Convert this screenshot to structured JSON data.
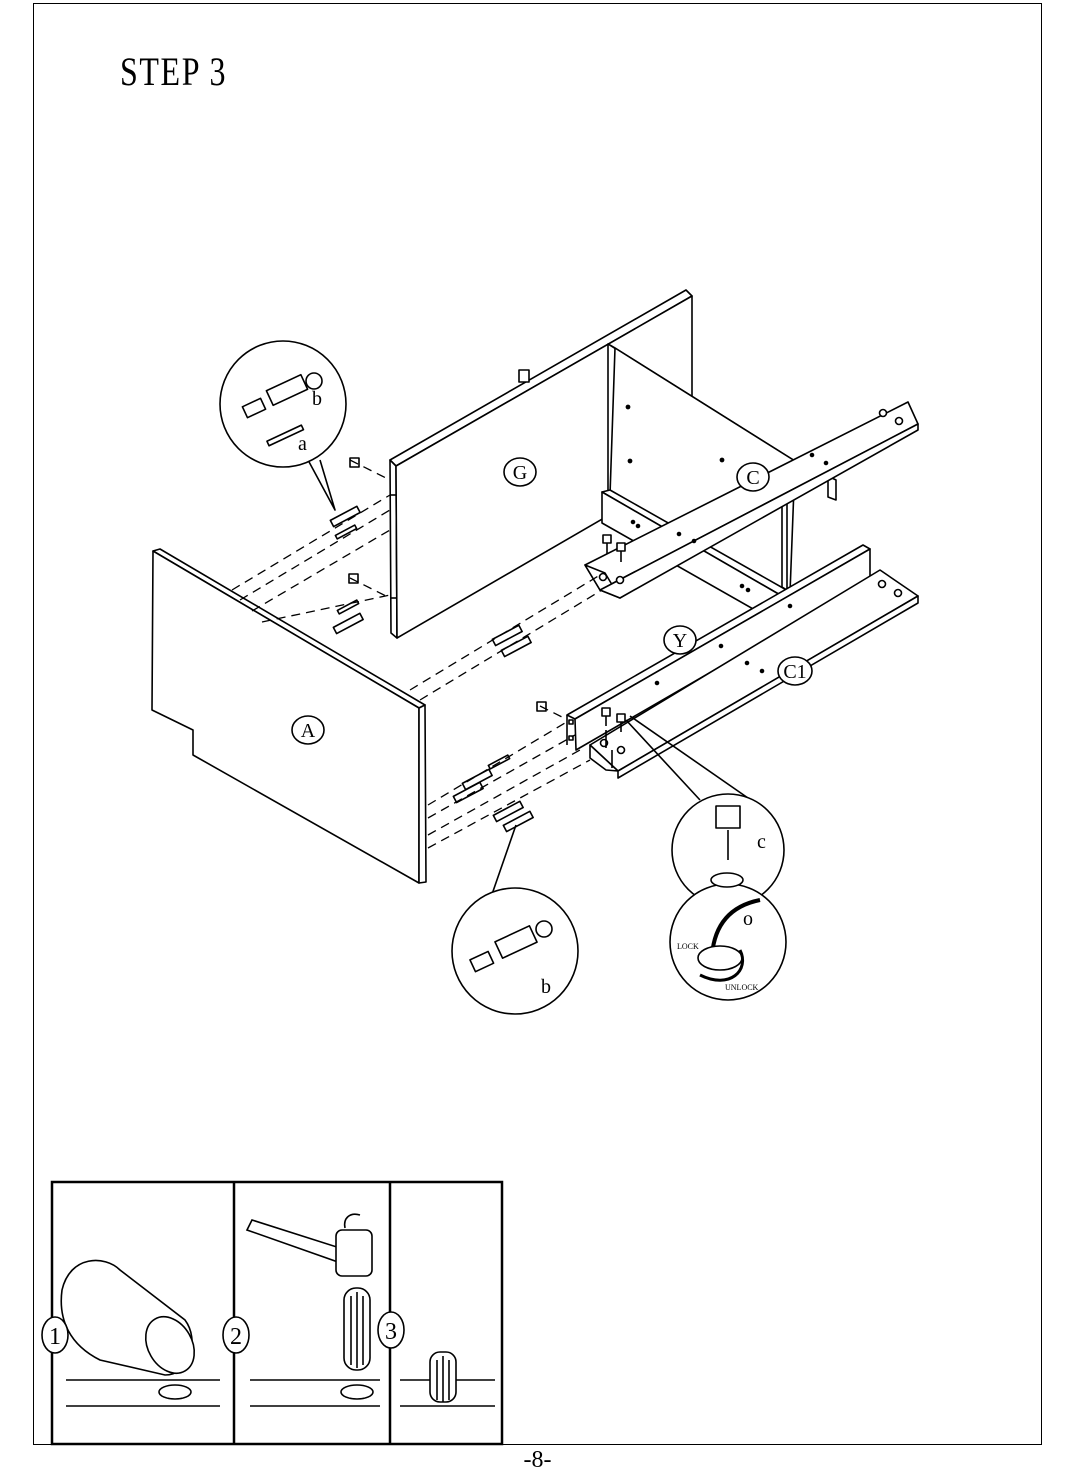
{
  "step_title": "STEP 3",
  "page_number": "-8-",
  "parts": {
    "A": "A",
    "G": "G",
    "C": "C",
    "Y": "Y",
    "C1": "C1"
  },
  "hardware": {
    "a": "a",
    "b_top": "b",
    "b_bottom": "b",
    "c": "c",
    "o": "o"
  },
  "cam_lock": {
    "lock": "LOCK",
    "unlock": "UNLOCK"
  },
  "detail_steps": [
    "1",
    "2",
    "3"
  ]
}
